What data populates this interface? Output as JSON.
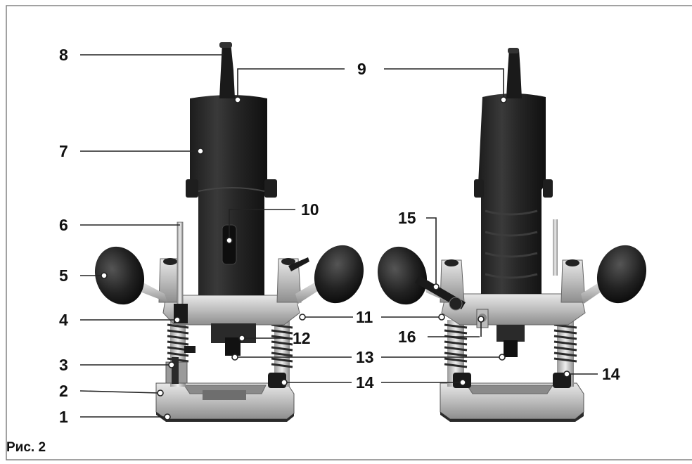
{
  "caption": "Рис. 2",
  "callouts": {
    "c1": "1",
    "c2": "2",
    "c3": "3",
    "c4": "4",
    "c5": "5",
    "c6": "6",
    "c7": "7",
    "c8": "8",
    "c9": "9",
    "c10": "10",
    "c11": "11",
    "c12": "12",
    "c13": "13",
    "c14a": "14",
    "c14b": "14",
    "c15": "15",
    "c16": "16"
  }
}
